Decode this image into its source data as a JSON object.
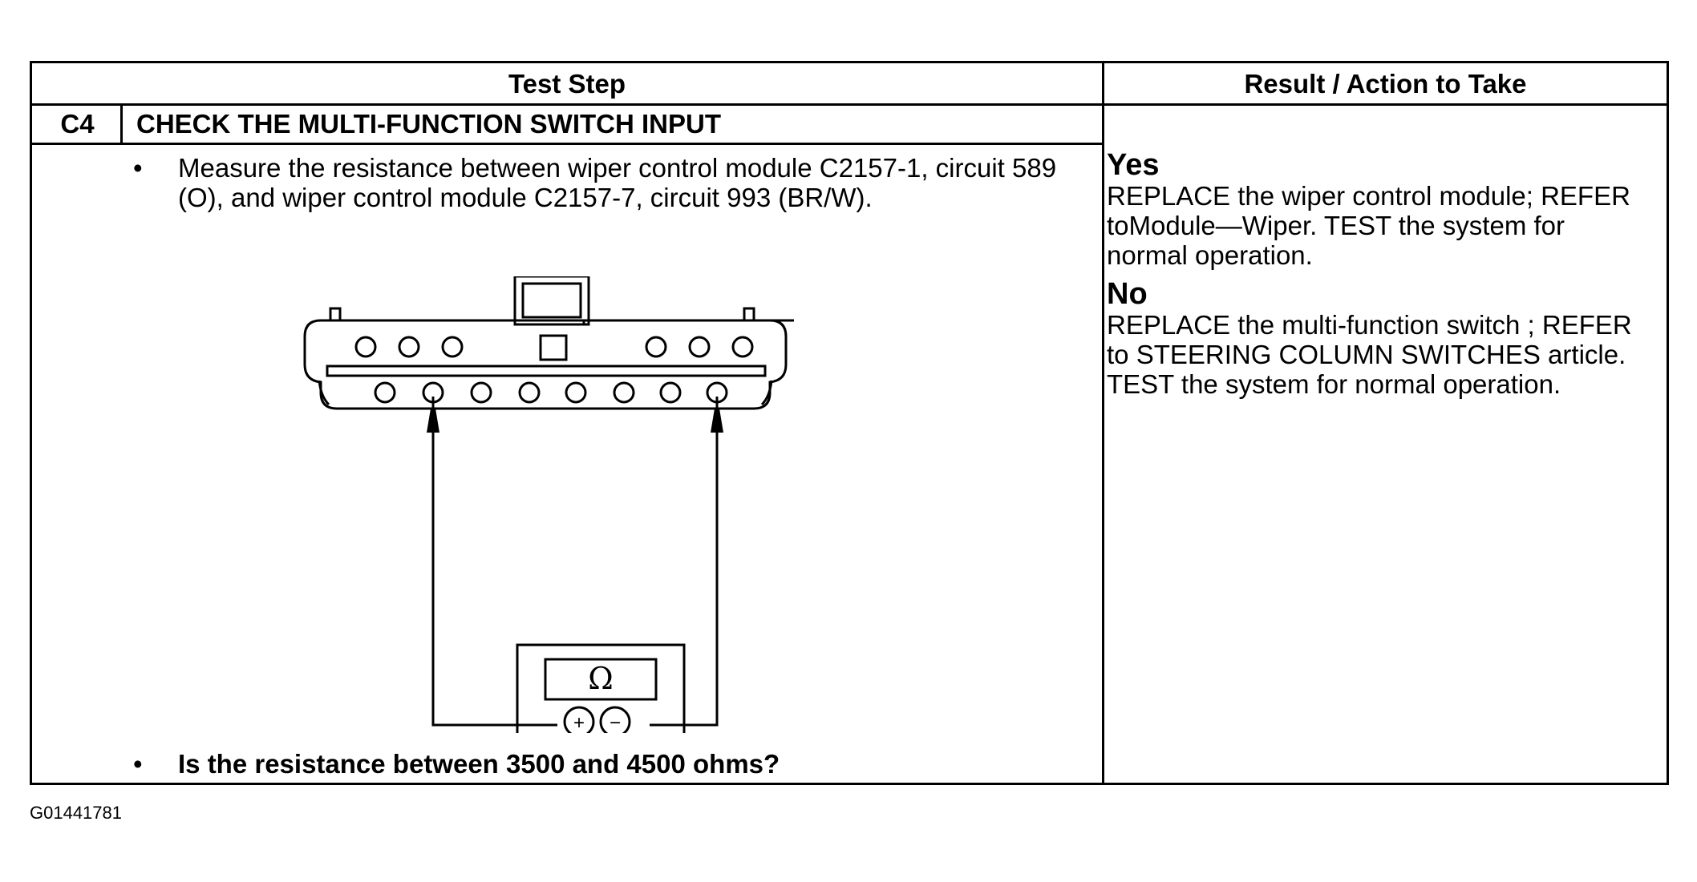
{
  "table": {
    "headers": {
      "test_step": "Test Step",
      "result_action": "Result / Action to Take"
    },
    "step": {
      "id": "C4",
      "title": "CHECK THE MULTI-FUNCTION SWITCH INPUT",
      "bullets": [
        "Measure the resistance between wiper control module C2157-1, circuit 589 (O), and wiper control module C2157-7, circuit 993 (BR/W)."
      ],
      "question": "Is the resistance between 3500 and 4500 ohms?",
      "bullet_char": "•"
    },
    "results": [
      {
        "label": "Yes",
        "text": "REPLACE the wiper control module; REFER toModule—Wiper. TEST the system for normal operation."
      },
      {
        "label": "No",
        "text": "REPLACE the multi-function switch ; REFER to STEERING COLUMN SWITCHES article. TEST the system for normal operation."
      }
    ]
  },
  "diagram": {
    "meter_symbol": "Ω",
    "plus_symbol": "+",
    "minus_symbol": "−"
  },
  "figure_code": "G01441781"
}
